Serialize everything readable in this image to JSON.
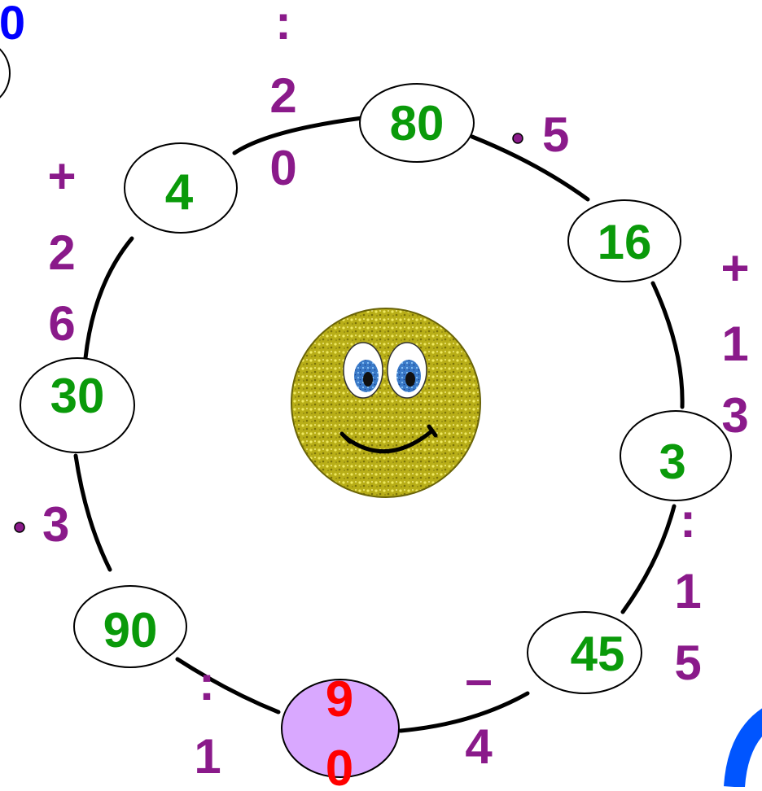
{
  "colors": {
    "node_text": "#0a9a0a",
    "operation_text": "#8a1a8a",
    "start_text": "#ff0000",
    "corner_text": "#0000ff",
    "start_fill": "#d9a8ff",
    "smiley": "#c8c020"
  },
  "corner_number": "0",
  "chain": {
    "nodes": [
      {
        "id": "n80",
        "value": "80"
      },
      {
        "id": "n16",
        "value": "16"
      },
      {
        "id": "n3",
        "value": "3"
      },
      {
        "id": "n45",
        "value": "45"
      },
      {
        "id": "nstart",
        "value_digits": [
          "9",
          "0"
        ]
      },
      {
        "id": "n90",
        "value": "90"
      },
      {
        "id": "n30",
        "value": "30"
      },
      {
        "id": "n4",
        "value": "4"
      }
    ],
    "operations": [
      {
        "id": "op-80-16",
        "symbol": "·",
        "digits": [
          "5"
        ]
      },
      {
        "id": "op-16-3",
        "symbol": "+",
        "digits": [
          "1",
          "3"
        ]
      },
      {
        "id": "op-3-45",
        "symbol": ":",
        "digits": [
          "1",
          "5"
        ]
      },
      {
        "id": "op-45-start",
        "symbol": "–",
        "digits": [
          "4"
        ]
      },
      {
        "id": "op-start-90",
        "symbol": ":",
        "digits": [
          "1"
        ]
      },
      {
        "id": "op-90-30",
        "symbol": "·",
        "digits": [
          "3"
        ]
      },
      {
        "id": "op-30-4",
        "symbol": "+",
        "digits": [
          "2",
          "6"
        ]
      },
      {
        "id": "op-4-80",
        "symbol": ":",
        "digits": [
          "2",
          "0"
        ]
      }
    ]
  },
  "center_icon": "smiley-face-icon"
}
